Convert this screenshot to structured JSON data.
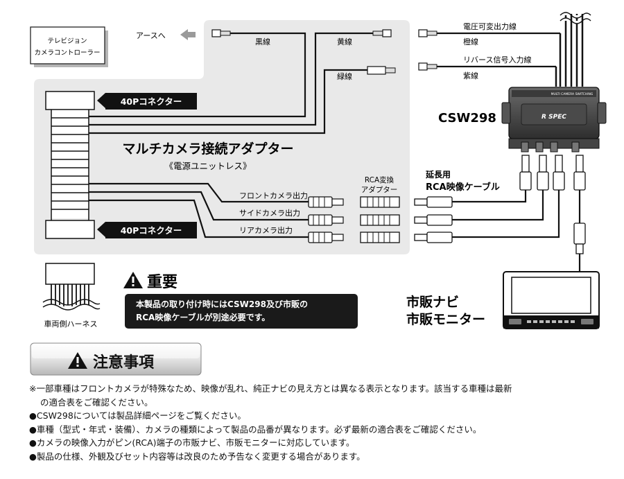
{
  "diagram": {
    "tv_controller": [
      "テレビジョン",
      "カメラコントローラー"
    ],
    "earth": "アースへ",
    "wires": {
      "black": "黒線",
      "yellow": "黄線",
      "green": "緑線",
      "voltage_label": "電圧可変出力線",
      "orange": "橙線",
      "reverse_label": "リバース信号入力線",
      "purple": "紫線"
    },
    "connector_top": "40Pコネクター",
    "connector_bottom": "40Pコネクター",
    "adapter_title": "マルチカメラ接続アダプター",
    "adapter_subtitle": "《電源ユニットレス》",
    "outputs": [
      "フロントカメラ出力",
      "サイドカメラ出力",
      "リアカメラ出力"
    ],
    "rca_adapter": [
      "RCA変換",
      "アダプター"
    ],
    "ext_cable": [
      "延長用",
      "RCA映像ケーブル"
    ],
    "device_model": "CSW298",
    "device_brand": "R SPEC",
    "device_header": "MULTI CAMERA SWITCHING",
    "harness": "車両側ハーネス",
    "important_title": "重要",
    "important_text": [
      "本製品の取り付け時にはCSW298及び市販の",
      "RCA映像ケーブルが別途必要です。"
    ],
    "monitor_label": [
      "市販ナビ",
      "市販モニター"
    ]
  },
  "caution": {
    "title": "注意事項",
    "notes": [
      "※一部車種はフロントカメラが特殊なため、映像が乱れ、純正ナビの見え方とは異なる表示となります。該当する車種は最新",
      "の適合表をご確認ください。",
      "●CSW298については製品詳細ページをご覧ください。",
      "●車種（型式・年式・装備）、カメラの種類によって製品の品番が異なります。必ず最新の適合表をご確認ください。",
      "●カメラの映像入力がピン(RCA)端子の市販ナビ、市販モニターに対応しています。",
      "●製品の仕様、外観及びセット内容等は改良のため予告なく変更する場合があります。"
    ]
  }
}
